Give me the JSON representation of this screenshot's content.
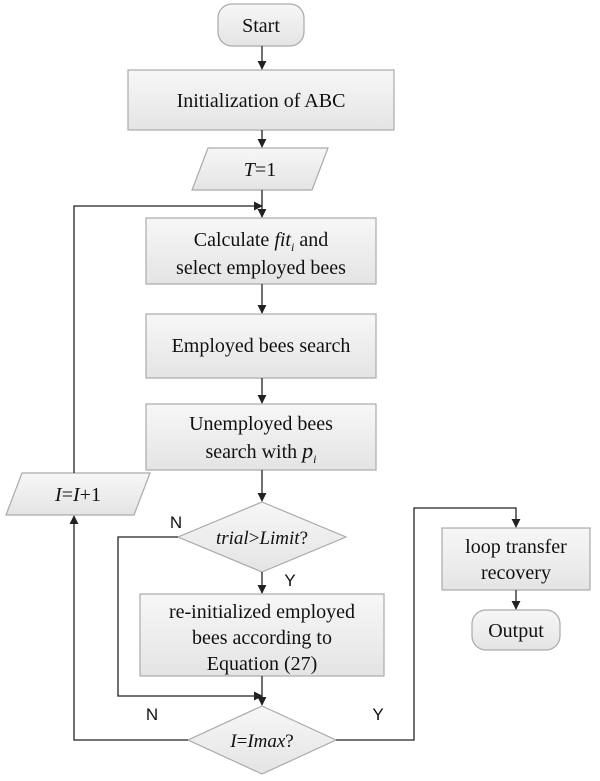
{
  "nodes": {
    "start": {
      "label": "Start"
    },
    "init": {
      "label": "Initialization of ABC"
    },
    "t_assign": {
      "var": "T",
      "rest": "=1"
    },
    "calc": {
      "line1_pre": "Calculate ",
      "fit": "fit",
      "fit_sub": "i",
      "line1_post": " and",
      "line2": "select employed bees"
    },
    "employed": {
      "label": "Employed bees search"
    },
    "unemployed": {
      "line1": "Unemployed bees",
      "line2_pre": "search with ",
      "p": "p",
      "p_sub": "i"
    },
    "trial_check": {
      "trial": "trial",
      "op": ">",
      "limit": "Limit",
      "q": "?"
    },
    "reinit": {
      "line1": "re-initialized employed",
      "line2": "bees according to",
      "line3": "Equation (27)"
    },
    "imax_check": {
      "i": "I",
      "eq": "=",
      "imax": "Imax",
      "q": "?"
    },
    "increment": {
      "i1": "I",
      "eq": "=",
      "i2": "I",
      "plus": "+1"
    },
    "loop_transfer": {
      "line1": "loop transfer",
      "line2": "recovery"
    },
    "output": {
      "label": "Output"
    }
  },
  "edge_labels": {
    "trial_no": "N",
    "trial_yes": "Y",
    "imax_no": "N",
    "imax_yes": "Y"
  },
  "colors": {
    "box_fill": "#eeeeee",
    "box_stroke": "#aaaaaa",
    "line": "#222222",
    "text": "#111111"
  }
}
